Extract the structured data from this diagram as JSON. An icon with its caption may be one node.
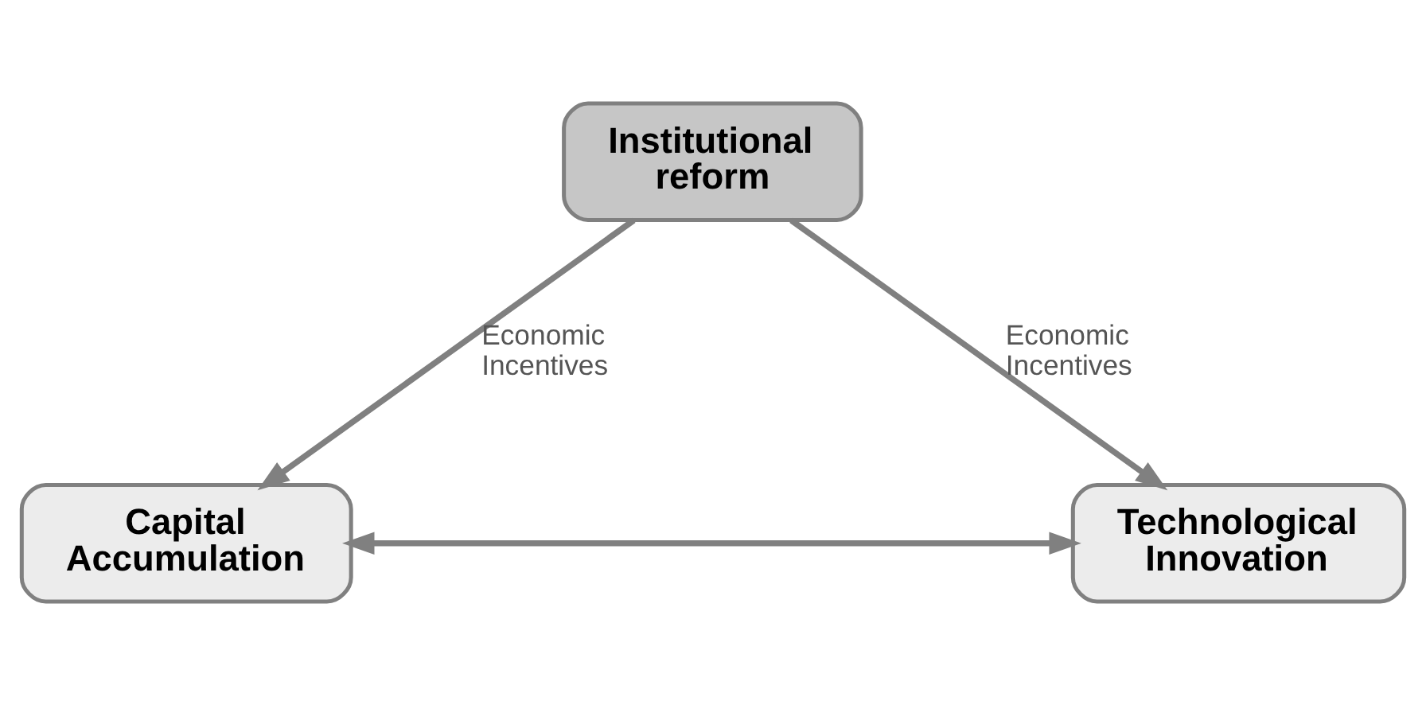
{
  "diagram": {
    "nodes": [
      {
        "text": [
          "Institutional reform"
        ]
      },
      {
        "text": [
          "Capital Accumulation"
        ]
      },
      {
        "text": [
          "Technological Innovation"
        ]
      }
    ],
    "edges": [
      {
        "from": 0,
        "to": 1,
        "arrow": "to",
        "label": "Economic Incentives"
      },
      {
        "from": 0,
        "to": 2,
        "arrow": "to",
        "label": "Economic Incentives"
      },
      {
        "from": 1,
        "to": 2,
        "arrow": "both"
      }
    ]
  }
}
